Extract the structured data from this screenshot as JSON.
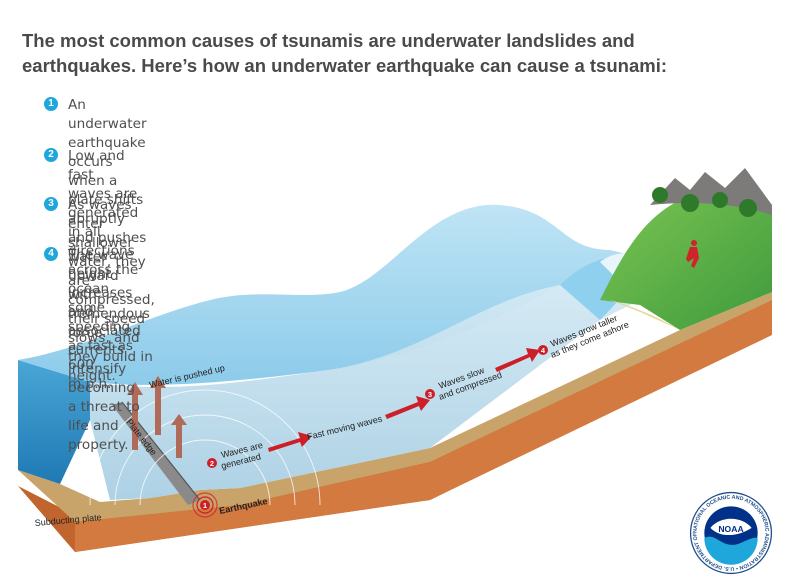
{
  "title": "The most common causes of tsunamis are underwater landslides and earthquakes. Here’s how an underwater earthquake can cause a tsunami:",
  "steps": [
    {
      "num": "1",
      "lines": [
        "An underwater earthquake occurs when a plate shifts abruptly and pushes",
        "water upward with tremendous force."
      ]
    },
    {
      "num": "2",
      "lines": [
        "Low and fast waves are generated in all directions across the ocean,",
        "some speeding as fast as 600 m.p.h."
      ]
    },
    {
      "num": "3",
      "lines": [
        "As waves enter shallower water, they are compressed,",
        "their speed slows, and they build in height."
      ]
    },
    {
      "num": "4",
      "lines": [
        "The wave height increases and associated",
        "currents intensify becoming a threat to",
        "life and property."
      ]
    }
  ],
  "labels": {
    "water_pushed_up": "Water is pushed up",
    "plate_edge": "Plate edge",
    "subducting_plate": "Subducting plate",
    "earthquake": "Earthquake",
    "waves_generated": [
      "Waves are",
      "generated"
    ],
    "fast_moving_waves": "Fast moving waves",
    "waves_slow": [
      "Waves slow",
      "and compressed"
    ],
    "waves_taller": [
      "Waves grow taller",
      "as they come ashore"
    ],
    "badge_1": "1",
    "badge_2": "2",
    "badge_3": "3",
    "badge_4": "4"
  },
  "logo": {
    "text": "NOAA",
    "ring_text": "NATIONAL OCEANIC AND ATMOSPHERIC ADMINISTRATION • U.S. DEPARTMENT OF COMMERCE •"
  },
  "colors": {
    "water_face": "#2c8fc6",
    "water_top": "#9fd4ee",
    "sediment": "#c9a46a",
    "crust": "#c8703a",
    "land": "#58b247",
    "arrow": "#cc1f27",
    "step_number": "#1fa7dc",
    "noaa_blue": "#003087"
  }
}
